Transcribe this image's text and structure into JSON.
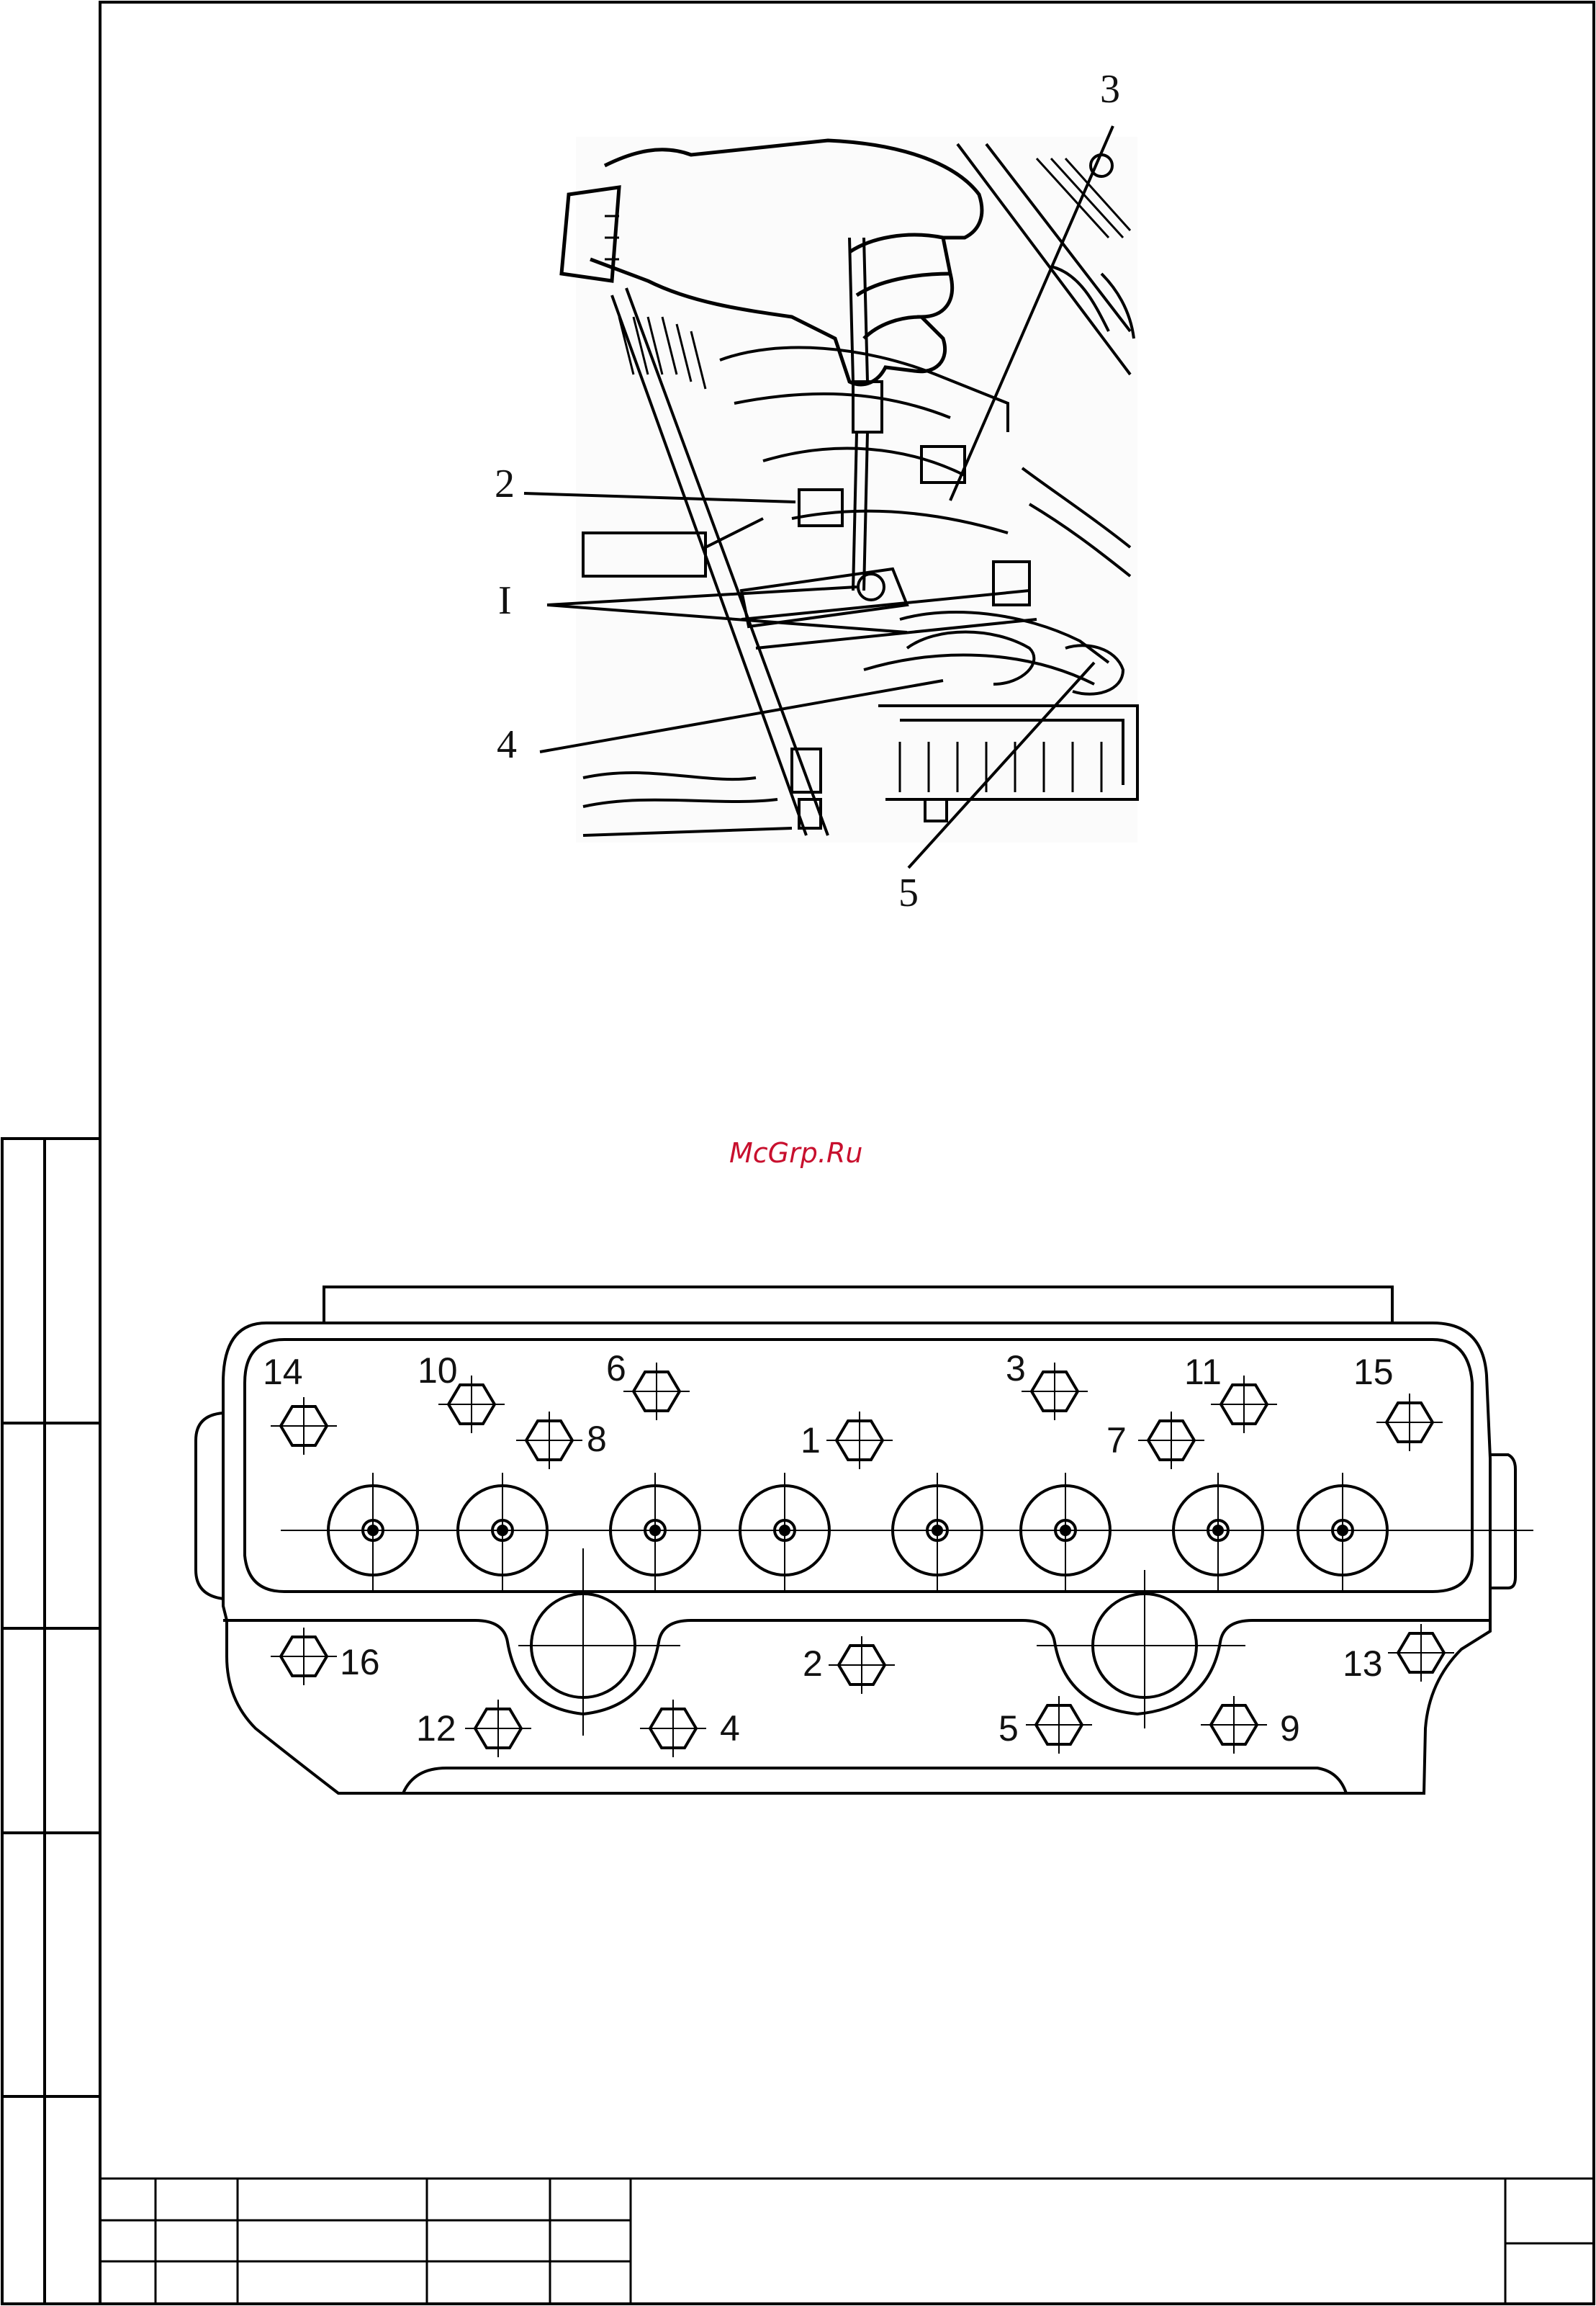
{
  "watermark": "McGrp.Ru",
  "valve_figure": {
    "callouts": [
      "3",
      "2",
      "I",
      "4",
      "5"
    ]
  },
  "head_diagram": {
    "bolts": [
      "14",
      "10",
      "6",
      "3",
      "11",
      "15",
      "8",
      "1",
      "7",
      "16",
      "2",
      "13",
      "12",
      "4",
      "5",
      "9"
    ]
  },
  "colors": {
    "watermark": "#c8102e",
    "line": "#000000"
  }
}
